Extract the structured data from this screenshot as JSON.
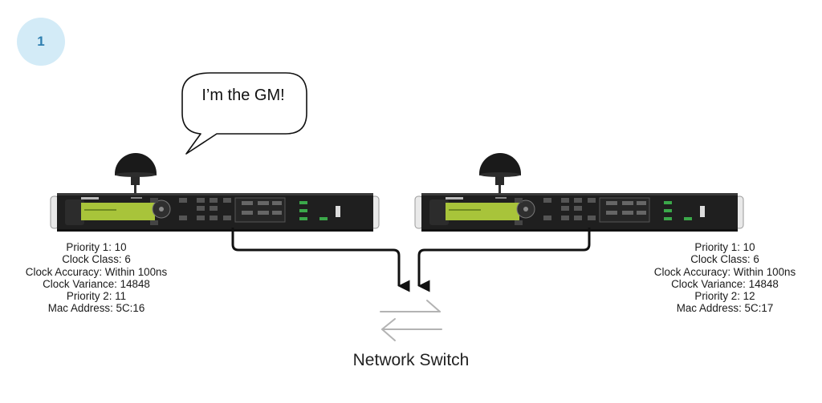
{
  "step": {
    "number": "1"
  },
  "speech_bubble": {
    "text": "I’m the GM!"
  },
  "devices": [
    {
      "lines": {
        "priority1": "Priority 1: 10",
        "clock_class": "Clock Class: 6",
        "clock_accuracy": "Clock Accuracy: Within 100ns",
        "clock_variance": "Clock Variance: 14848",
        "priority2": "Priority 2: 11",
        "mac": "Mac Address: 5C:16"
      }
    },
    {
      "lines": {
        "priority1": "Priority 1: 10",
        "clock_class": "Clock Class: 6",
        "clock_accuracy": "Clock Accuracy: Within 100ns",
        "clock_variance": "Clock Variance: 14848",
        "priority2": "Priority 2: 12",
        "mac": "Mac Address: 5C:17"
      }
    }
  ],
  "switch": {
    "label": "Network Switch",
    "icon": "swap-arrows-icon"
  },
  "colors": {
    "badge_bg": "#d3ebf7",
    "badge_text": "#2f7fb0",
    "lcd": "#a8c43a",
    "line": "#111111",
    "switch_arrows": "#b3b3b3"
  }
}
